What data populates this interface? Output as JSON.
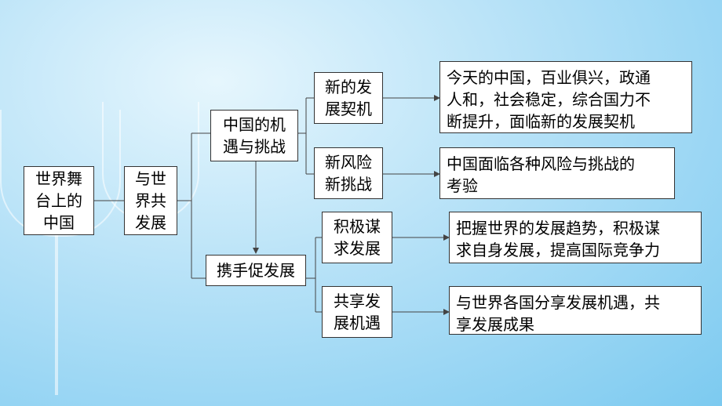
{
  "nodes": {
    "root": [
      "世界舞",
      "台上的",
      "中国"
    ],
    "level1": [
      "与世",
      "界共",
      "发展"
    ],
    "opp": [
      "中国的机",
      "遇与挑战"
    ],
    "coop": [
      "携手促发展"
    ],
    "new_dev": [
      "新的发",
      "展契机"
    ],
    "new_risk": [
      "新风险",
      "新挑战"
    ],
    "active": [
      "积极谋",
      "求发展"
    ],
    "share": [
      "共享发",
      "展机遇"
    ]
  },
  "details": {
    "new_dev": [
      "今天的中国，百业俱兴，政通",
      "人和，社会稳定，综合国力不",
      "断提升，面临新的发展契机"
    ],
    "new_risk": [
      "中国面临各种风险与挑战的",
      "考验"
    ],
    "active": [
      "把握世界的发展趋势，积极谋",
      "求自身发展，提高国际竞争力"
    ],
    "share": [
      "与世界各国分享发展机遇，共",
      "享发展成果"
    ]
  }
}
